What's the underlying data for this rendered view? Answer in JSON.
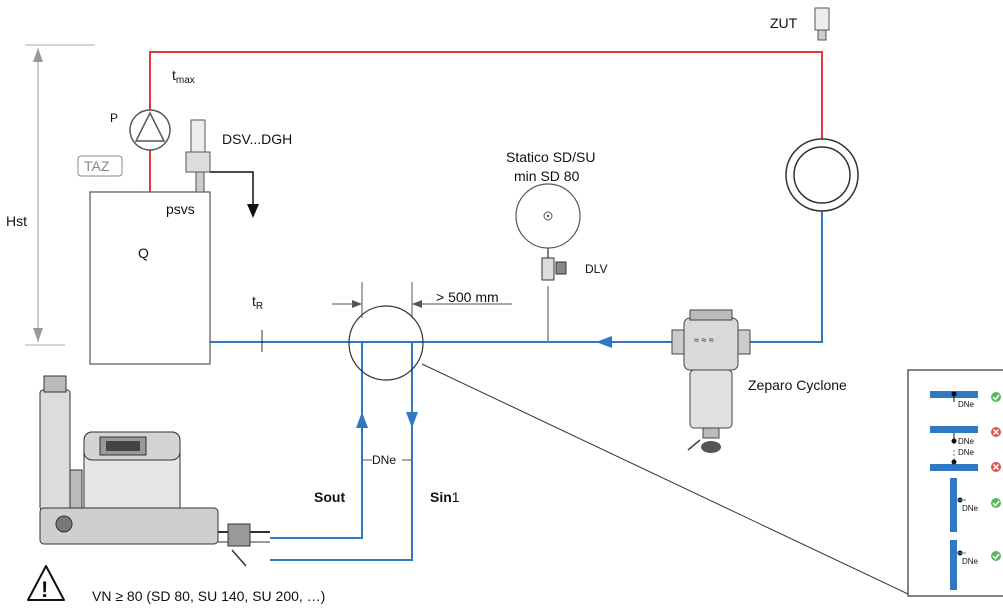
{
  "colors": {
    "supply": "#e23a3a",
    "return": "#2f78c4",
    "line": "#333333",
    "equipment_fill": "#d9d9d9"
  },
  "labels": {
    "zut": "ZUT",
    "tmax_main": "t",
    "tmax_sub": "max",
    "pump": "P",
    "dsv": "DSV...DGH",
    "taz": "TAZ",
    "psvs": "psvs",
    "hst": "Hst",
    "q": "Q",
    "tr_main": "t",
    "tr_sub": "R",
    "statico_line1": "Statico SD/SU",
    "statico_line2": "min SD 80",
    "dlv": "DLV",
    "distance": "> 500 mm",
    "zeparo": "Zeparo Cyclone",
    "dne": "DNe",
    "sout": "Sout",
    "sin_main": "Sin",
    "sin_sub": "1",
    "warning": "VN ≥ 80 (SD 80, SU 140, SU 200, …)"
  },
  "detail_panel": {
    "items": [
      {
        "label": "DNe",
        "status": "ok"
      },
      {
        "label": "DNe",
        "status": "fail"
      },
      {
        "label": "DNe",
        "status": "fail"
      },
      {
        "label": "DNe",
        "status": "ok"
      },
      {
        "label": "DNe",
        "status": "ok"
      }
    ]
  },
  "icons": [
    "pump-icon",
    "warning-icon",
    "ok-icon",
    "fail-icon"
  ]
}
